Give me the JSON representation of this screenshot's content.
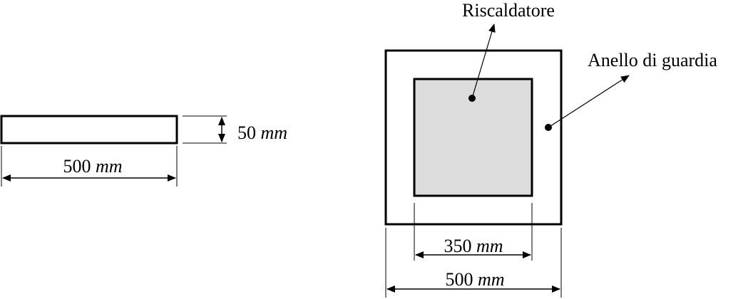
{
  "side_view": {
    "thickness": {
      "value": "50",
      "unit": "mm"
    },
    "width": {
      "value": "500",
      "unit": "mm"
    }
  },
  "top_view": {
    "heater_label": "Riscaldatore",
    "guard_ring_label": "Anello di guardia",
    "inner_width": {
      "value": "350",
      "unit": "mm"
    },
    "outer_width": {
      "value": "500",
      "unit": "mm"
    }
  },
  "colors": {
    "stroke": "#000000",
    "heater_fill": "#dcdcdc",
    "background": "#ffffff"
  }
}
